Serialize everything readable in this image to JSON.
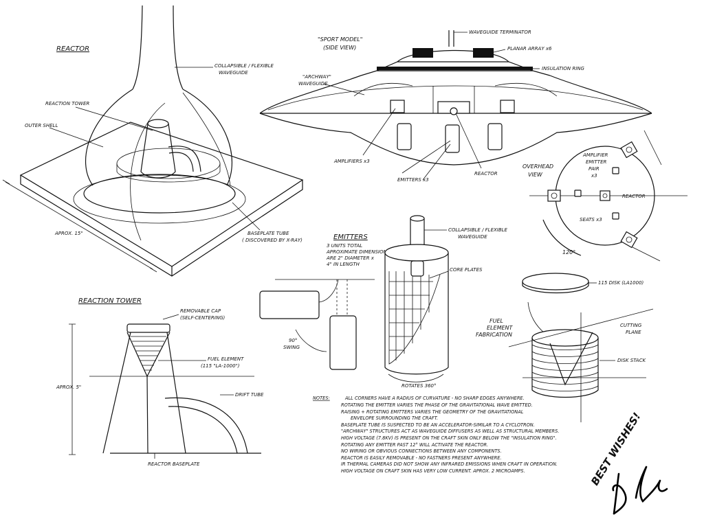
{
  "sections": {
    "reactor": {
      "title": "REACTOR",
      "labels": {
        "waveguide": [
          "COLLAPSIBLE / FLEXIBLE",
          "WAVEGUIDE"
        ],
        "tower": "REACTION TOWER",
        "shell": "OUTER SHELL",
        "dimension": "APROX. 15\"",
        "baseplate": [
          "BASEPLATE TUBE",
          "( DISCOVERED BY X-RAY)"
        ]
      }
    },
    "sport_model": {
      "title": [
        "\"SPORT MODEL\"",
        "(SIDE VIEW)"
      ],
      "labels": {
        "terminator": "WAVEGUIDE TERMINATOR",
        "planar": "PLANAR ARRAY x6",
        "insulation": "INSULATION RING",
        "archway": [
          "\"ARCHWAY\"",
          "WAVEGUIDE"
        ],
        "amplifiers": "AMPLIFIERS x3",
        "emitters": "EMITTERS x3",
        "reactor": "REACTOR"
      }
    },
    "overhead": {
      "title": [
        "OVERHEAD",
        "VIEW"
      ],
      "labels": {
        "amplifier": [
          "AMPLIFIER",
          "EMITTER",
          "PAIR",
          "x3"
        ],
        "reactor": "REACTOR",
        "seats": "SEATS x3",
        "angle": "120°"
      }
    },
    "emitters": {
      "title": "EMITTERS",
      "desc": [
        "3 UNITS TOTAL",
        "APROXIMATE DIMENSIONS",
        "ARE 2\" DIAMETER x",
        "4\" IN LENGTH"
      ],
      "labels": {
        "waveguide": [
          "COLLAPSIBLE / FLEXIBLE",
          "WAVEGUIDE"
        ],
        "core": "CORE PLATES",
        "swing": [
          "90°",
          "SWING"
        ],
        "rotates": "ROTATES 360°"
      }
    },
    "tower": {
      "title": "REACTION TOWER",
      "labels": {
        "cap": [
          "REMOVABLE CAP",
          "(SELF-CENTERING)"
        ],
        "fuel": [
          "FUEL ELEMENT",
          "(115 \"LA-1000\")"
        ],
        "drift": "DRIFT TUBE",
        "height": "APROX. 5\"",
        "base": "REACTOR BASEPLATE"
      }
    },
    "fuel": {
      "title": [
        "FUEL",
        "ELEMENT",
        "FABRICATION"
      ],
      "labels": {
        "disk": "115 DISK (LA1000)",
        "cutting": [
          "CUTTING",
          "PLANE"
        ],
        "stack": "DISK STACK"
      }
    }
  },
  "notes": {
    "title": "NOTES:",
    "lines": [
      "ALL CORNERS HAVE A RADIUS OF CURVATURE - NO SHARP EDGES ANYWHERE.",
      "ROTATING THE EMITTER VARIES THE PHASE OF THE GRAVITATIONAL WAVE EMITTED.",
      "RAISING + ROTATING EMITTERS VARIES THE GEOMETRY OF THE GRAVITATIONAL",
      "ENVELOPE SURROUNDING THE CRAFT.",
      "BASEPLATE TUBE IS SUSPECTED TO BE AN ACCELERATOR-SIMILAR TO A CYCLOTRON.",
      "\"ARCHWAY\" STRUCTURES ACT AS WAVEGUIDE DIFFUSERS AS WELL AS STRUCTURAL MEMBERS.",
      "HIGH VOLTAGE (7.8KV) IS PRESENT ON THE CRAFT SKIN ONLY BELOW THE \"INSULATION RING\".",
      "ROTATING ANY EMITTER PAST 12° WILL ACTIVATE THE REACTOR.",
      "NO WIRING OR OBVIOUS CONNECTIONS BETWEEN ANY COMPONENTS.",
      "REACTOR IS EASILY REMOVABLE - NO FASTNERS PRESENT ANYWHERE.",
      "IR THERMAL CAMERAS DID NOT SHOW ANY INFRARED EMISSIONS WHEN CRAFT IN OPERATION.",
      "HIGH VOLTAGE ON CRAFT SKIN HAS VERY LOW CURRENT. APROX. 2 MICROAMPS."
    ]
  },
  "signature": {
    "greeting": "BEST WISHES!"
  }
}
